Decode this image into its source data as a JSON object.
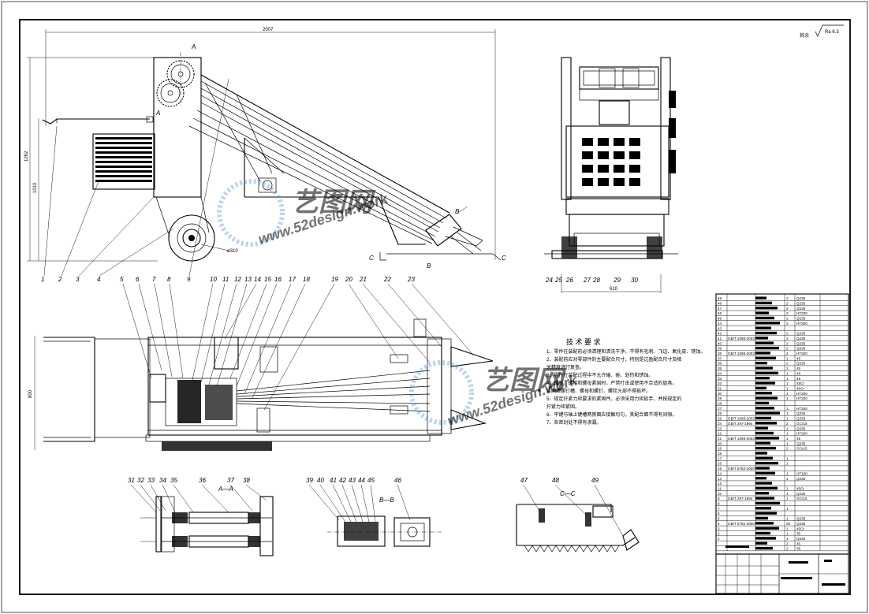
{
  "drawing": {
    "roughness_label": "其余",
    "roughness_value": "Ra 6.3",
    "section_labels": {
      "a_top": "A",
      "a_bottom": "A",
      "b_top": "B",
      "b_bottom": "B",
      "c_left": "C",
      "c_right": "C",
      "view_aa": "A—A",
      "view_bb": "B—B",
      "view_cc": "C—C"
    },
    "dimensions": {
      "overall_length": "2007",
      "height_outer": "1262",
      "height_inner": "1010",
      "wheel_dia": "ø310",
      "end_width": "610",
      "plan_width": "800"
    },
    "part_numbers_side": [
      "1",
      "2",
      "3",
      "4",
      "5",
      "6",
      "7",
      "8",
      "9",
      "10",
      "11",
      "12",
      "13",
      "14",
      "15",
      "16",
      "17",
      "18",
      "19",
      "20",
      "21",
      "22",
      "23"
    ],
    "part_numbers_end": [
      "24",
      "25",
      "26",
      "27",
      "28",
      "29",
      "30"
    ],
    "part_numbers_aa": [
      "31",
      "32",
      "33",
      "34",
      "35",
      "36",
      "37",
      "38"
    ],
    "part_numbers_bb": [
      "39",
      "40",
      "41",
      "42",
      "43",
      "44",
      "45",
      "46"
    ],
    "part_numbers_cc": [
      "47",
      "48",
      "49"
    ],
    "tech_title": "技 术 要 求",
    "tech_notes": [
      "1、零件在装配前必须清理和清洗干净，不得有毛刺、飞边、氧化皮、锈蚀。",
      "2、装配前应对零部件的主要配合尺寸，特别是过盈配合尺寸及相",
      "   关精度进行复查。",
      "3、零件在装配过程中不允许磕、碰、划伤和锈蚀。",
      "4、螺钉、螺栓和螺母紧固时，严禁打击或使用不合适的旋具。",
      "   紧固后螺钉槽、螺母和螺钉、螺栓头部不得损坏。",
      "5、规定拧紧力矩要求的紧固件，必须采用力矩扳手，并按规定的",
      "   拧紧力矩紧固。",
      "6、平键与轴上键槽两侧面应接触均匀，其配合面不得有间隙。",
      "7、各密封处不得有渗漏。"
    ],
    "watermark": {
      "brand": "艺图网",
      "url": "www.52design.work"
    }
  },
  "bom": {
    "rows": [
      {
        "no": "49",
        "code": "",
        "qty": "2",
        "mat": "Q235"
      },
      {
        "no": "48",
        "code": "",
        "qty": "2",
        "mat": "Q235"
      },
      {
        "no": "47",
        "code": "",
        "qty": "2",
        "mat": "Q235"
      },
      {
        "no": "46",
        "code": "",
        "qty": "2",
        "mat": "HT200"
      },
      {
        "no": "45",
        "code": "",
        "qty": "2",
        "mat": "Q235"
      },
      {
        "no": "44",
        "code": "",
        "qty": "2",
        "mat": "HT200"
      },
      {
        "no": "43",
        "code": "",
        "qty": "",
        "mat": ""
      },
      {
        "no": "42",
        "code": "",
        "qty": "2",
        "mat": "Q235"
      },
      {
        "no": "41",
        "code": "GB/T 1096-2003",
        "qty": "2",
        "mat": "Q235"
      },
      {
        "no": "40",
        "code": "",
        "qty": "2",
        "mat": "Q235"
      },
      {
        "no": "39",
        "code": "",
        "qty": "2",
        "mat": "Q235"
      },
      {
        "no": "38",
        "code": "GB/T 1096-2003",
        "qty": "2",
        "mat": "HT200"
      },
      {
        "no": "37",
        "code": "",
        "qty": "1",
        "mat": "45"
      },
      {
        "no": "36",
        "code": "",
        "qty": "2",
        "mat": "Q235"
      },
      {
        "no": "35",
        "code": "",
        "qty": "2",
        "mat": "45"
      },
      {
        "no": "34",
        "code": "",
        "qty": "1",
        "mat": "45"
      },
      {
        "no": "33",
        "code": "",
        "qty": "1",
        "mat": "45"
      },
      {
        "no": "32",
        "code": "",
        "qty": "1",
        "mat": "45Cr"
      },
      {
        "no": "31",
        "code": "",
        "qty": "1",
        "mat": "45Cr"
      },
      {
        "no": "30",
        "code": "",
        "qty": "1",
        "mat": "HT200"
      },
      {
        "no": "29",
        "code": "",
        "qty": "1",
        "mat": "HT200"
      },
      {
        "no": "28",
        "code": "",
        "qty": "",
        "mat": ""
      },
      {
        "no": "27",
        "code": "",
        "qty": "1",
        "mat": "HT200"
      },
      {
        "no": "26",
        "code": "",
        "qty": "1",
        "mat": "Q235"
      },
      {
        "no": "25",
        "code": "GB/T 1096-2003",
        "qty": "1",
        "mat": "Q235"
      },
      {
        "no": "24",
        "code": "GB/T 297-1994",
        "qty": "2",
        "mat": "GCr15"
      },
      {
        "no": "23",
        "code": "",
        "qty": "1",
        "mat": "Q235"
      },
      {
        "no": "22",
        "code": "",
        "qty": "1",
        "mat": "HT200"
      },
      {
        "no": "21",
        "code": "GB/T 1096-2003",
        "qty": "1",
        "mat": "45"
      },
      {
        "no": "20",
        "code": "",
        "qty": "1",
        "mat": "Q235"
      },
      {
        "no": "19",
        "code": "",
        "qty": "2",
        "mat": "GCr15"
      },
      {
        "no": "18",
        "code": "",
        "qty": "",
        "mat": ""
      },
      {
        "no": "17",
        "code": "",
        "qty": "1",
        "mat": ""
      },
      {
        "no": "16",
        "code": "",
        "qty": "1",
        "mat": ""
      },
      {
        "no": "15",
        "code": "GB/T 5782-2000",
        "qty": "",
        "mat": ""
      },
      {
        "no": "14",
        "code": "",
        "qty": "1",
        "mat": "HT150"
      },
      {
        "no": "13",
        "code": "",
        "qty": "1",
        "mat": "Q235"
      },
      {
        "no": "12",
        "code": "",
        "qty": "",
        "mat": ""
      },
      {
        "no": "11",
        "code": "",
        "qty": "1",
        "mat": "45Cr"
      },
      {
        "no": "10",
        "code": "",
        "qty": "1",
        "mat": "Q235"
      },
      {
        "no": "9",
        "code": "GB/T 297-1994",
        "qty": "1",
        "mat": "GCr15"
      },
      {
        "no": "8",
        "code": "",
        "qty": "",
        "mat": ""
      },
      {
        "no": "7",
        "code": "",
        "qty": "1",
        "mat": ""
      },
      {
        "no": "6",
        "code": "",
        "qty": "",
        "mat": ""
      },
      {
        "no": "5",
        "code": "",
        "qty": "1",
        "mat": "Q235"
      },
      {
        "no": "4",
        "code": "GB/T 5782-2000",
        "qty": "25",
        "mat": "Q235"
      },
      {
        "no": "3",
        "code": "",
        "qty": "1",
        "mat": "45Cr"
      },
      {
        "no": "2",
        "code": "",
        "qty": "1",
        "mat": "35"
      },
      {
        "no": "1",
        "code": "",
        "qty": "1",
        "mat": "Q235"
      },
      {
        "no": "",
        "code": "",
        "qty": "2",
        "mat": "45"
      },
      {
        "no": "",
        "code": "",
        "qty": "2",
        "mat": "35"
      }
    ]
  }
}
